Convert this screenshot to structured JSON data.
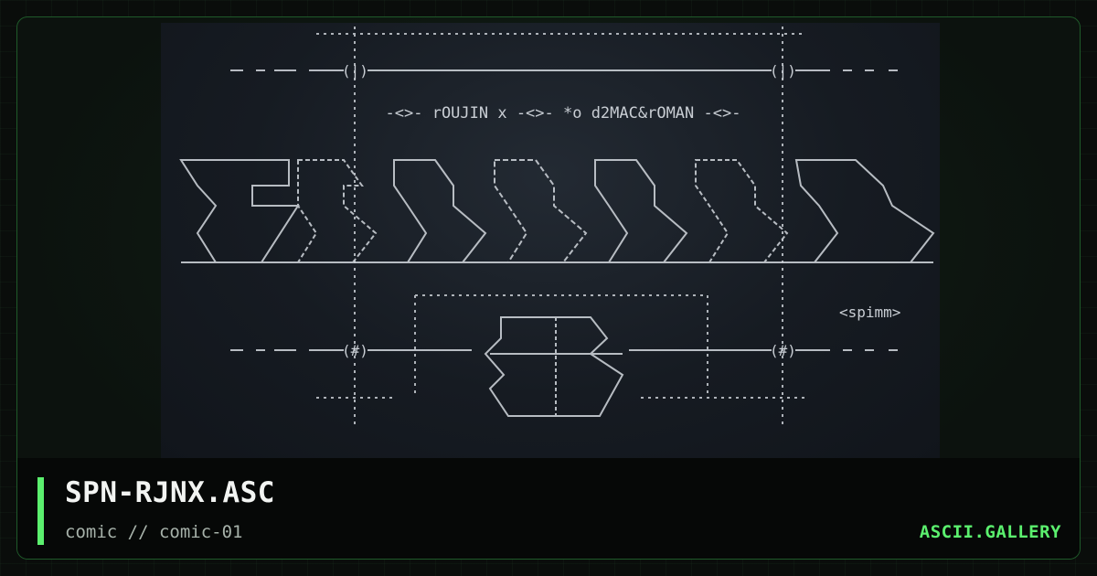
{
  "card": {
    "title": "SPN-RJNX.ASC",
    "subtitle": "comic // comic-01",
    "brand": "ASCII.GALLERY"
  },
  "art": {
    "credit_line": "-<>- rOUJIN x -<>- *o d2MAC&rOMAN -<>-",
    "tag": "<spimm>"
  },
  "colors": {
    "accent": "#5bf06e",
    "border": "#1f5a2a",
    "art_bg": "#161b22",
    "art_fg": "#c9ced4"
  }
}
